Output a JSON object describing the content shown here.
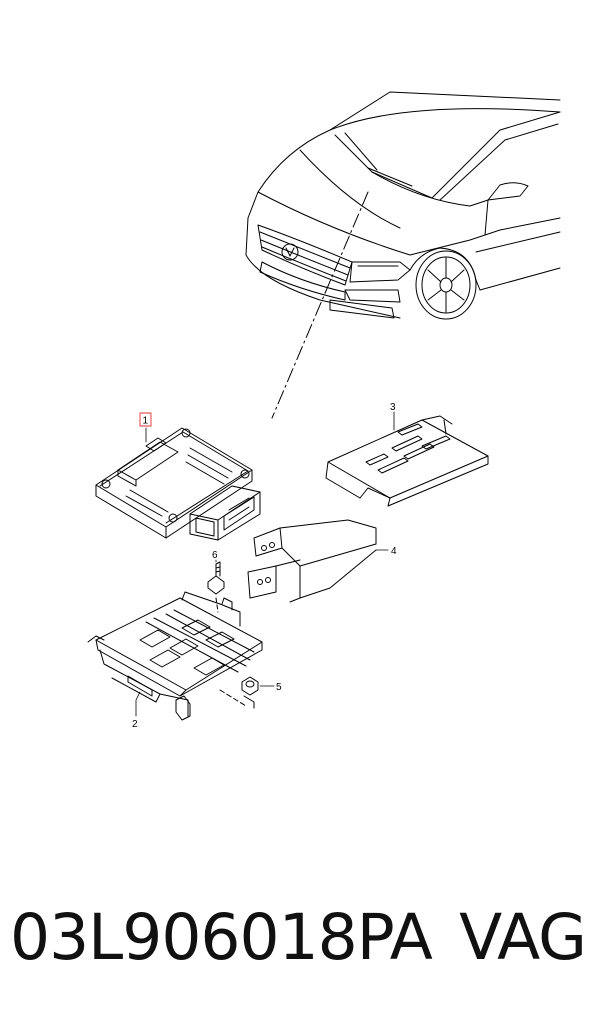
{
  "callouts": {
    "c1": "1",
    "c2": "2",
    "c3": "3",
    "c4": "4",
    "c5": "5",
    "c6": "6"
  },
  "footer": {
    "part_number": "03L906018PA",
    "brand": "VAG"
  },
  "colors": {
    "line": "#000000",
    "highlight": "#e03030",
    "background": "#ffffff"
  }
}
